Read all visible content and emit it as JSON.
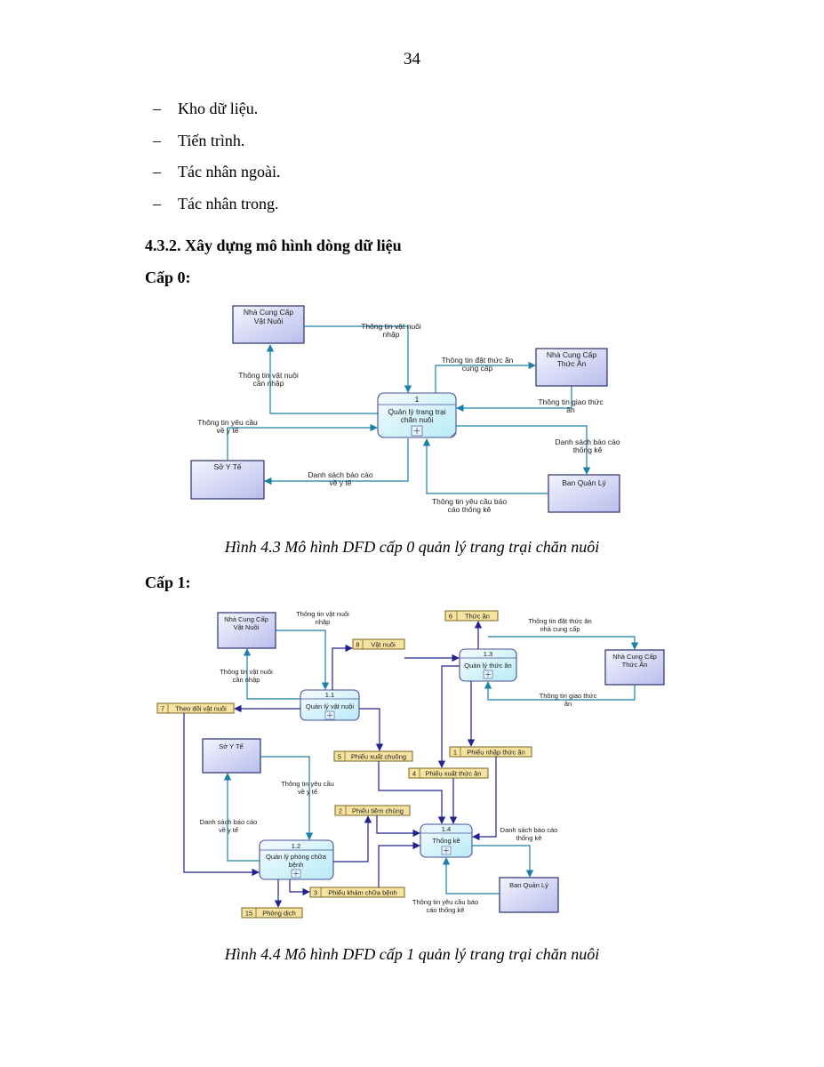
{
  "page_number": "34",
  "bullet_dash": "–",
  "bullets": [
    "Kho dữ liệu.",
    "Tiến trình.",
    "Tác nhân ngoài.",
    "Tác nhân trong."
  ],
  "section_heading": "4.3.2. Xây dựng mô hình dòng dữ liệu",
  "level0": {
    "heading": "Cấp 0:",
    "caption": "Hình 4.3   Mô hình DFD cấp 0 quản lý trang trại chăn nuôi",
    "process": {
      "id": "1",
      "line1": "Quản lý trang trại",
      "line2": "chăn nuôi"
    },
    "entities": {
      "supplier_livestock": [
        "Nhà Cung Cấp",
        "Vật Nuôi"
      ],
      "supplier_feed": [
        "Nhà Cung Cấp",
        "Thức Ăn"
      ],
      "health_dept": [
        "Sở Y Tế"
      ],
      "management": [
        "Ban Quản Lý"
      ]
    },
    "flows": {
      "livestock_info_in": [
        "Thông tin vật nuôi",
        "nhập"
      ],
      "livestock_info_needed": [
        "Thông tin vật nuôi",
        "cần nhập"
      ],
      "feed_order": [
        "Thông tin đặt thức ăn",
        "cung cấp"
      ],
      "feed_delivery": [
        "Thông tin giao thức",
        "ăn"
      ],
      "health_request": [
        "Thông tin yêu cầu",
        "về y tế"
      ],
      "report_list_mgmt": [
        "Danh sách báo cáo",
        "thống kê"
      ],
      "report_list_health": [
        "Danh sách báo cáo",
        "về y tế"
      ],
      "report_request": [
        "Thông tin yêu cầu báo",
        "cáo thống kê"
      ]
    }
  },
  "level1": {
    "heading": "Cấp 1:",
    "caption": "Hình 4.4   Mô hình DFD cấp 1 quản lý trang trại chăn nuôi",
    "processes": [
      {
        "id": "1.1",
        "lines": [
          "Quản lý vật nuôi"
        ]
      },
      {
        "id": "1.2",
        "lines": [
          "Quản lý phòng chữa",
          "bệnh"
        ]
      },
      {
        "id": "1.3",
        "lines": [
          "Quản lý thức ăn"
        ]
      },
      {
        "id": "1.4",
        "lines": [
          "Thống kê"
        ]
      }
    ],
    "entities": {
      "supplier_livestock": [
        "Nhà Cung Cấp",
        "Vật Nuôi"
      ],
      "supplier_feed": [
        "Nhà Cung Cấp",
        "Thức Ăn"
      ],
      "health_dept": [
        "Sở Y Tế"
      ],
      "management": [
        "Ban Quản Lý"
      ]
    },
    "stores": [
      {
        "num": "6",
        "label": "Thức ăn"
      },
      {
        "num": "8",
        "label": "Vật nuôi"
      },
      {
        "num": "7",
        "label": "Theo dõi vật nuôi"
      },
      {
        "num": "1",
        "label": "Phiếu nhập thức ăn"
      },
      {
        "num": "5",
        "label": "Phiếu xuất chuồng"
      },
      {
        "num": "4",
        "label": "Phiếu xuất thức ăn"
      },
      {
        "num": "2",
        "label": "Phiếu tiêm chủng"
      },
      {
        "num": "3",
        "label": "Phiếu khám chữa bệnh"
      },
      {
        "num": "15",
        "label": "Phòng dịch"
      }
    ],
    "flows": {
      "livestock_info_in": [
        "Thông tin vật nuôi",
        "nhập"
      ],
      "livestock_info_needed": [
        "Thông tin vật nuôi",
        "cần nhập"
      ],
      "feed_order": [
        "Thông tin đặt thức ăn",
        "nhà cung cấp"
      ],
      "feed_delivery": [
        "Thông tin giao thức",
        "ăn"
      ],
      "health_request": [
        "Thông tin yêu cầu",
        "về y tế"
      ],
      "report_list_health": [
        "Danh sách báo cáo",
        "về y tế"
      ],
      "report_list_mgmt": [
        "Danh sách báo cáo",
        "thống kê"
      ],
      "report_request": [
        "Thông tin yêu cầu báo",
        "cáo thống kê"
      ]
    }
  }
}
